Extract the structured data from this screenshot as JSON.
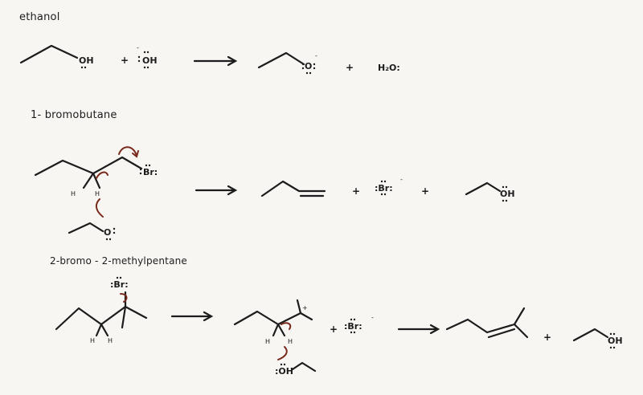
{
  "colors": {
    "ink": "#1c1c1c",
    "curly_arrow": "#7a2a1c",
    "paper": "#f7f6f3"
  },
  "section_ethanol": {
    "title": "ethanol",
    "reactant_atom": "OH",
    "plus_1": "+",
    "hydroxide_charge": "-",
    "hydroxide_atom": "OH",
    "product_atom": "O",
    "product_charge": "-",
    "plus_2": "+",
    "water": "H₂O:"
  },
  "section_bromobutane": {
    "title": "1- bromobutane",
    "leaving_atom": "Br:",
    "h_label_1": "H",
    "h_label_2": "H",
    "base_atom": "O",
    "plus_1": "+",
    "bromide_atom": ":Br:",
    "bromide_charge": "-",
    "plus_2": "+",
    "ethanol_atom": "OH"
  },
  "section_bromo_methylpentane": {
    "title": "2-bromo - 2-methylpentane",
    "leaving_atom": ":Br:",
    "h_label_1": "H",
    "h_label_2": "H",
    "carbocation_charge": "+",
    "h_label_3": "H",
    "h_label_4": "H",
    "plus_1": "+",
    "bromide_atom": ":Br:",
    "bromide_charge": "-",
    "base_atom": ":OH",
    "plus_2": "+",
    "ethanol_atom": "OH"
  }
}
